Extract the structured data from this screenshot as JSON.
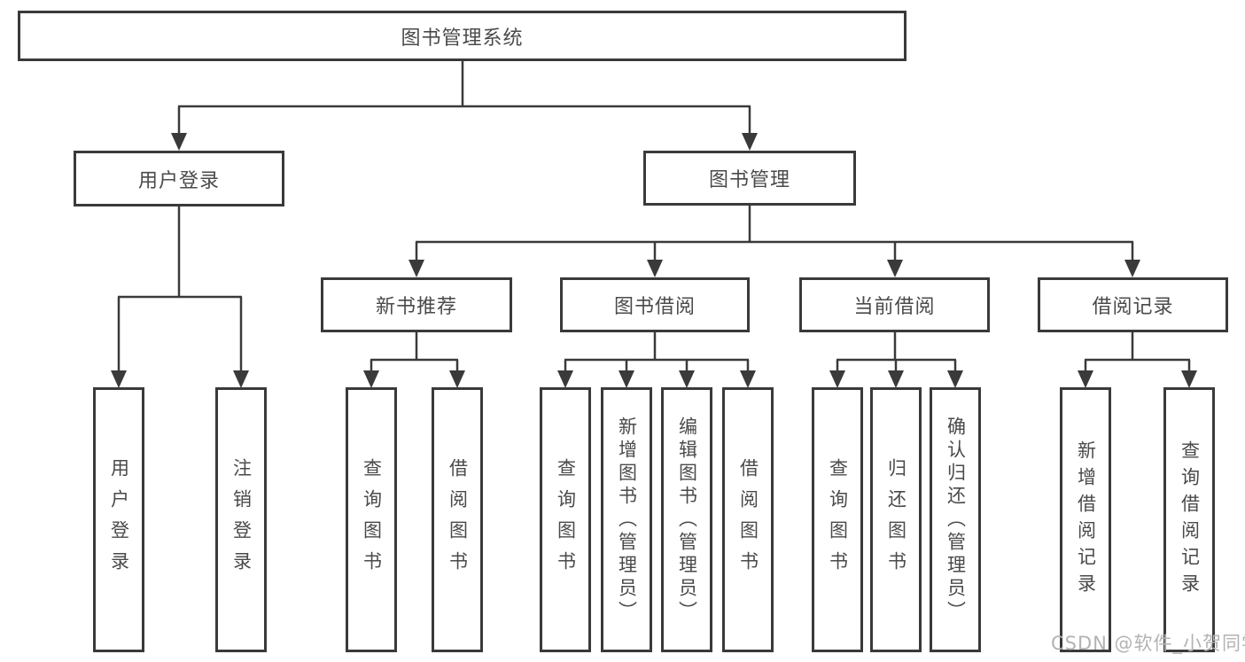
{
  "tree": {
    "label": "图书管理系统",
    "children": [
      {
        "label": "用户登录",
        "children": [
          {
            "label": "用户登录"
          },
          {
            "label": "注销登录"
          }
        ]
      },
      {
        "label": "图书管理",
        "children": [
          {
            "label": "新书推荐",
            "children": [
              {
                "label": "查询图书"
              },
              {
                "label": "借阅图书"
              }
            ]
          },
          {
            "label": "图书借阅",
            "children": [
              {
                "label": "查询图书"
              },
              {
                "label": "新增图书（管理员）"
              },
              {
                "label": "编辑图书（管理员）"
              },
              {
                "label": "借阅图书"
              }
            ]
          },
          {
            "label": "当前借阅",
            "children": [
              {
                "label": "查询图书"
              },
              {
                "label": "归还图书"
              },
              {
                "label": "确认归还（管理员）"
              }
            ]
          },
          {
            "label": "借阅记录",
            "children": [
              {
                "label": "新增借阅记录"
              },
              {
                "label": "查询借阅记录"
              }
            ]
          }
        ]
      }
    ]
  },
  "watermark": {
    "text": "CSDN @软件_小贺同学"
  },
  "colors": {
    "line": "#3a3a3a",
    "border": "#3a3a3a",
    "text": "#4a4a4a",
    "watermark": "#b3b3b3",
    "background": "#ffffff"
  }
}
